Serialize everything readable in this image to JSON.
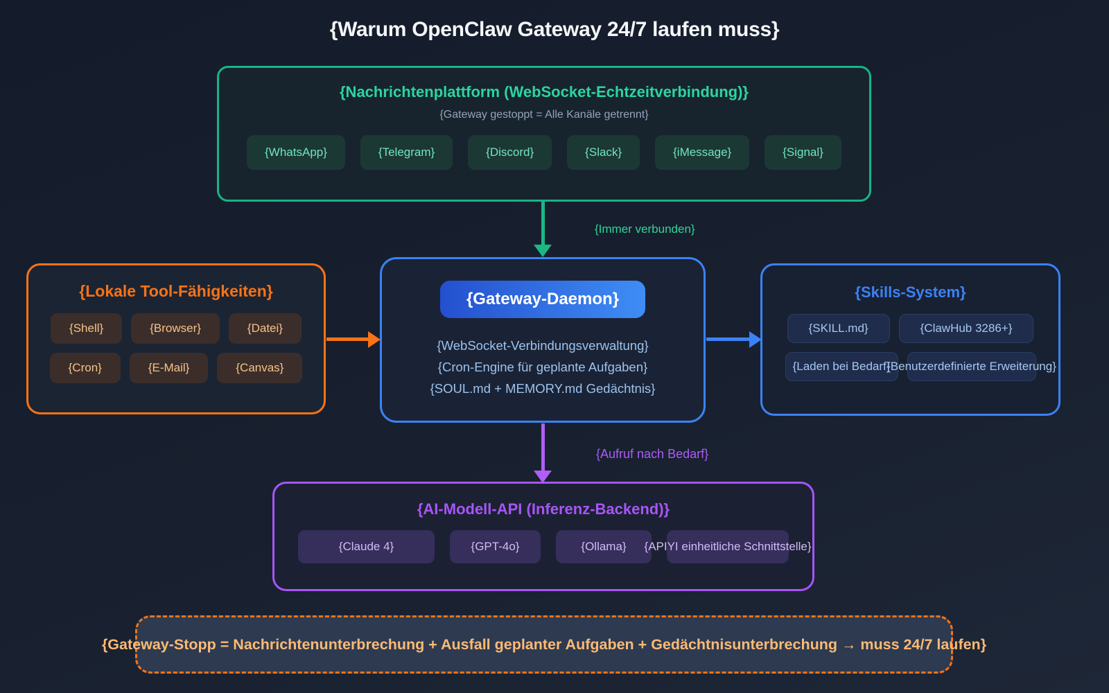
{
  "page": {
    "title": "{Warum OpenClaw Gateway 24/7 laufen muss}"
  },
  "messaging": {
    "title": "{Nachrichtenplattform (WebSocket-Echtzeitverbindung)}",
    "subtitle": "{Gateway gestoppt = Alle Kanäle getrennt}",
    "channels": [
      "{WhatsApp}",
      "{Telegram}",
      "{Discord}",
      "{Slack}",
      "{iMessage}",
      "{Signal}"
    ]
  },
  "arrows": {
    "always_connected": "{Immer verbunden}",
    "on_demand": "{Aufruf nach Bedarf}"
  },
  "local_tools": {
    "title": "{Lokale Tool-Fähigkeiten}",
    "tools": [
      "{Shell}",
      "{Browser}",
      "{Datei}",
      "{Cron}",
      "{E-Mail}",
      "{Canvas}"
    ]
  },
  "gateway": {
    "title": "{Gateway-Daemon}",
    "features": [
      "{WebSocket-Verbindungsverwaltung}",
      "{Cron-Engine für geplante Aufgaben}",
      "{SOUL.md + MEMORY.md Gedächtnis}"
    ]
  },
  "skills": {
    "title": "{Skills-System}",
    "items": [
      "{SKILL.md}",
      "{ClawHub 3286+}",
      "{Laden bei Bedarf}",
      "{Benutzerdefinierte Erweiterung}"
    ]
  },
  "ai_api": {
    "title": "{AI-Modell-API (Inferenz-Backend)}",
    "models": [
      "{Claude 4}",
      "{GPT-4o}",
      "{Ollama}",
      "{APIYI einheitliche Schnittstelle}"
    ]
  },
  "footer": {
    "text": "{Gateway-Stopp = Nachrichtenunterbrechung + Ausfall geplanter Aufgaben + Gedächtnisunterbrechung → muss 24/7 laufen}"
  },
  "colors": {
    "green": "#10b981",
    "orange": "#f97316",
    "blue": "#3b82f6",
    "purple": "#a855f7",
    "background": "#18202f"
  }
}
